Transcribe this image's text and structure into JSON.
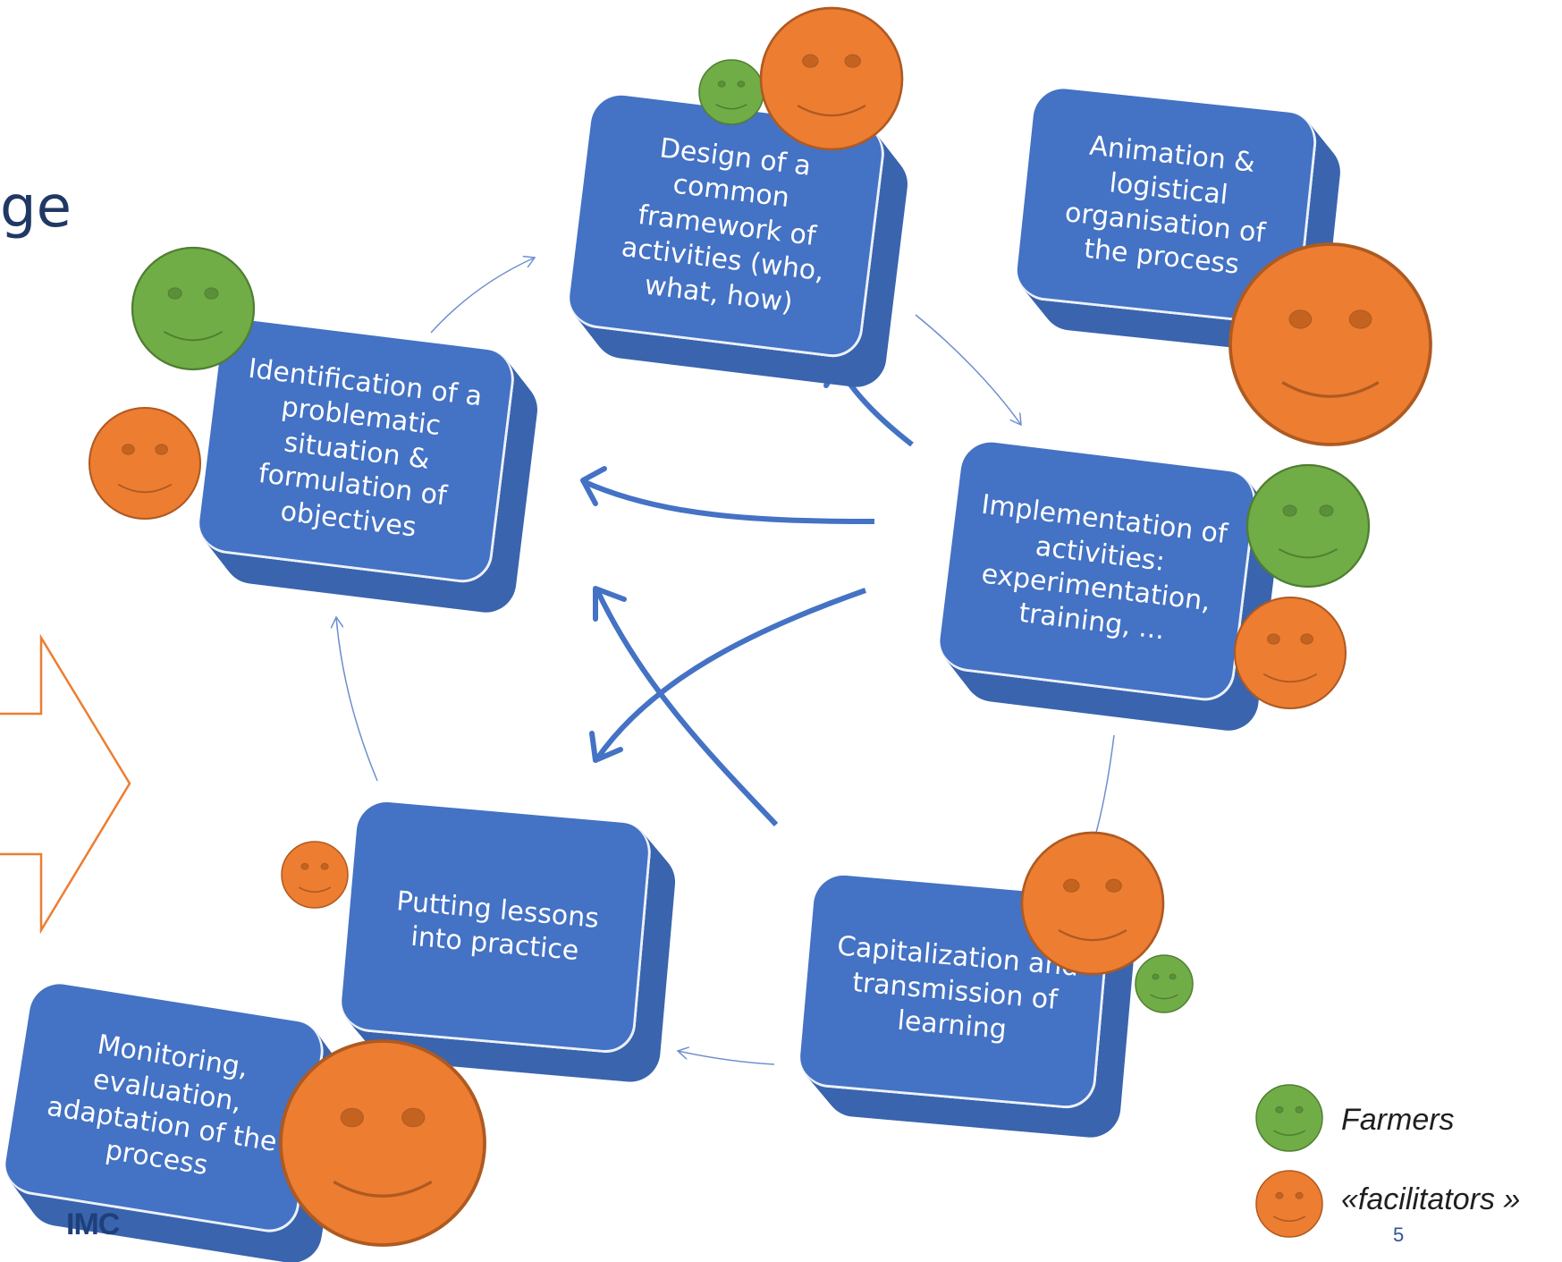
{
  "title_fragment": "ge",
  "boxes": {
    "design": "Design of a common framework of activities (who, what, how)",
    "animation": "Animation & logistical organisation of the process",
    "identification": "Identification of a problematic situation & formulation of objectives",
    "implementation": "Implementation of activities: experimentation, training, ...",
    "putting": "Putting lessons into practice",
    "capitalization": "Capitalization and transmission of learning",
    "monitoring": "Monitoring, evaluation, adaptation of the process"
  },
  "legend": {
    "farmers": "Farmers",
    "facilitators": "«facilitators »"
  },
  "page_number": "5",
  "logo_mark": "IMC",
  "colors": {
    "box": "#4472c4",
    "farmers": "#70ad47",
    "facilitators": "#ed7d31",
    "arrow": "#4472c4",
    "big_arrow_outline": "#ed7d31"
  }
}
